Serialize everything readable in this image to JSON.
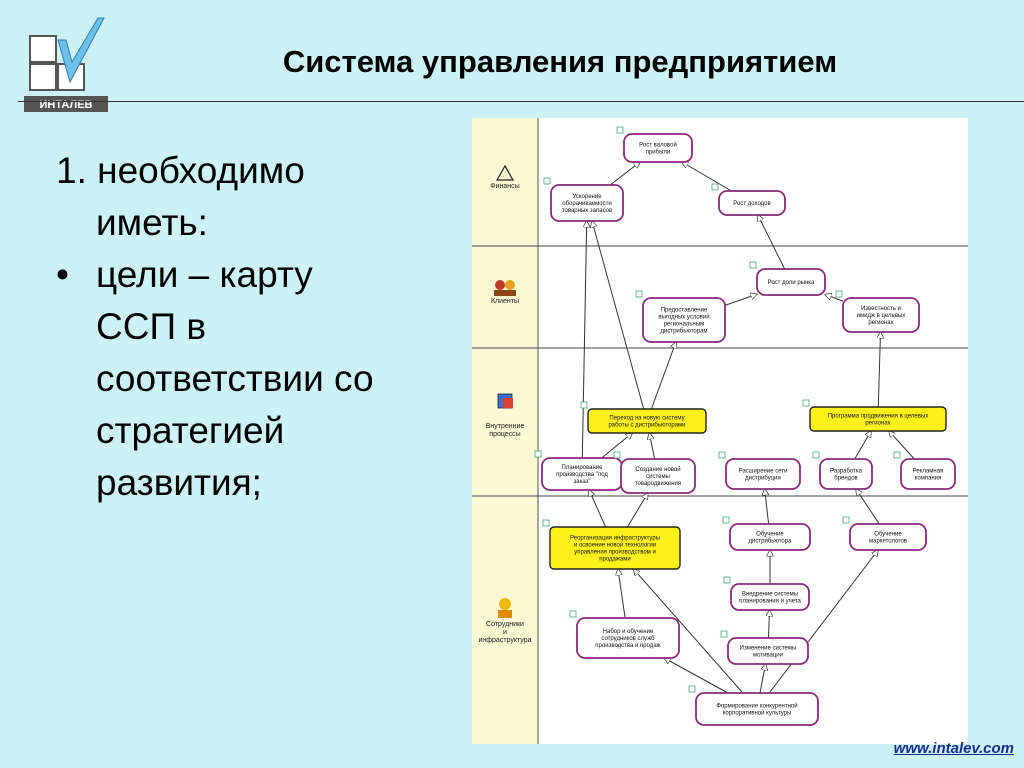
{
  "logo": {
    "brand": "ИНТАЛЕВ"
  },
  "title": "Система управления предприятием",
  "body": {
    "line1": "1. необходимо",
    "line2": "иметь:",
    "bullet_char": "•",
    "bullet_lines": [
      "цели – карту",
      "ССП в",
      "соответствии со",
      "стратегией",
      "развития;"
    ]
  },
  "footer": {
    "url": "www.intalev.com"
  },
  "diagram": {
    "lanes": [
      {
        "id": "finance",
        "label": "Финансы",
        "icon": "triangle-icon"
      },
      {
        "id": "clients",
        "label": "Клиенты",
        "icon": "people-icon"
      },
      {
        "id": "processes",
        "label": "Внутренние процессы",
        "icon": "process-icon"
      },
      {
        "id": "staff",
        "label": "Сотрудники и инфраструктура",
        "icon": "worker-icon"
      }
    ],
    "nodes": [
      {
        "id": "n1",
        "lines": [
          "Рост валовой",
          "прибыли"
        ]
      },
      {
        "id": "n2",
        "lines": [
          "Ускорение",
          "оборачиваемости",
          "товарных запасов"
        ]
      },
      {
        "id": "n3",
        "lines": [
          "Рост доходов"
        ]
      },
      {
        "id": "n4",
        "lines": [
          "Рост доли рынка"
        ]
      },
      {
        "id": "n5",
        "lines": [
          "Предоставление",
          "выгодных условий",
          "региональным",
          "дистрибьюторам"
        ]
      },
      {
        "id": "n6",
        "lines": [
          "Известность и",
          "имидж в целевых",
          "регионах"
        ]
      },
      {
        "id": "n7",
        "lines": [
          "Переход на новую систему",
          "работы с дистрибьюторами"
        ]
      },
      {
        "id": "n8",
        "lines": [
          "Программа продвижения в целевых",
          "регионах"
        ]
      },
      {
        "id": "n9",
        "lines": [
          "Планирование",
          "производства \"под",
          "заказ\""
        ]
      },
      {
        "id": "n10",
        "lines": [
          "Создание новой",
          "системы",
          "товародвижения"
        ]
      },
      {
        "id": "n11",
        "lines": [
          "Расширение сети",
          "дистрибуции"
        ]
      },
      {
        "id": "n12",
        "lines": [
          "Разработка",
          "брендов"
        ]
      },
      {
        "id": "n13",
        "lines": [
          "Рекламная",
          "компания"
        ]
      },
      {
        "id": "n14",
        "lines": [
          "Реорганизация инфраструктуры",
          "и освоение новой технологии",
          "управления производством и",
          "продажами"
        ]
      },
      {
        "id": "n15",
        "lines": [
          "Обучение",
          "дистрибьютора"
        ]
      },
      {
        "id": "n16",
        "lines": [
          "Обучение",
          "маркетологов"
        ]
      },
      {
        "id": "n17",
        "lines": [
          "Внедрение системы",
          "планирования и учета"
        ]
      },
      {
        "id": "n18",
        "lines": [
          "Набор и обучение",
          "сотрудников служб",
          "производства и продаж"
        ]
      },
      {
        "id": "n19",
        "lines": [
          "Изменение системы",
          "мотивации"
        ]
      },
      {
        "id": "n20",
        "lines": [
          "Формирование конкурентной",
          "корпоративной культуры"
        ]
      }
    ],
    "edges": [
      [
        "n2",
        "n1"
      ],
      [
        "n3",
        "n1"
      ],
      [
        "n4",
        "n3"
      ],
      [
        "n5",
        "n4"
      ],
      [
        "n6",
        "n4"
      ],
      [
        "n7",
        "n5"
      ],
      [
        "n7",
        "n2"
      ],
      [
        "n8",
        "n6"
      ],
      [
        "n9",
        "n7"
      ],
      [
        "n10",
        "n7"
      ],
      [
        "n9",
        "n2"
      ],
      [
        "n12",
        "n8"
      ],
      [
        "n13",
        "n8"
      ],
      [
        "n14",
        "n9"
      ],
      [
        "n14",
        "n10"
      ],
      [
        "n15",
        "n11"
      ],
      [
        "n16",
        "n12"
      ],
      [
        "n17",
        "n15"
      ],
      [
        "n18",
        "n14"
      ],
      [
        "n19",
        "n17"
      ],
      [
        "n20",
        "n19"
      ],
      [
        "n20",
        "n18"
      ],
      [
        "n20",
        "n16"
      ],
      [
        "n20",
        "n14"
      ]
    ]
  }
}
